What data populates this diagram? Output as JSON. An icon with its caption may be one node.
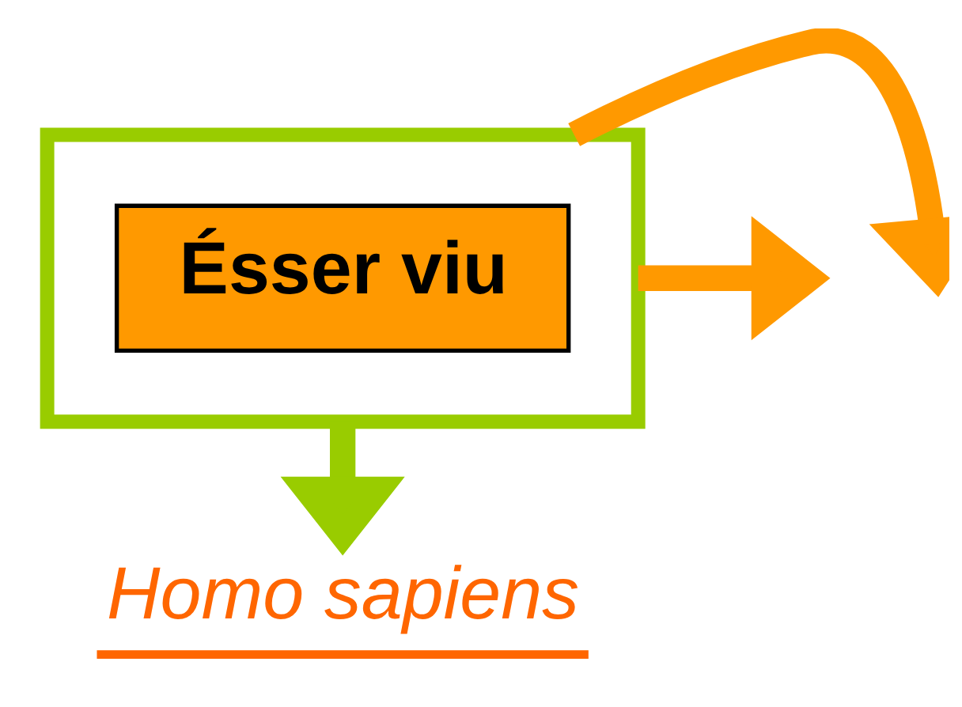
{
  "diagram": {
    "nodes": [
      {
        "text": [],
        "shape": "box"
      },
      {
        "text": [
          "Ésser viu"
        ],
        "in": 0
      },
      {
        "text": [
          "Homo sapiens"
        ]
      }
    ],
    "edges": [
      {
        "from": 0,
        "to": null,
        "arrow": "to"
      },
      {
        "from": 0,
        "to": null,
        "arrow": "to"
      },
      {
        "from": 0,
        "to": 2,
        "arrow": "to",
        "color": "#99cc00"
      }
    ]
  }
}
